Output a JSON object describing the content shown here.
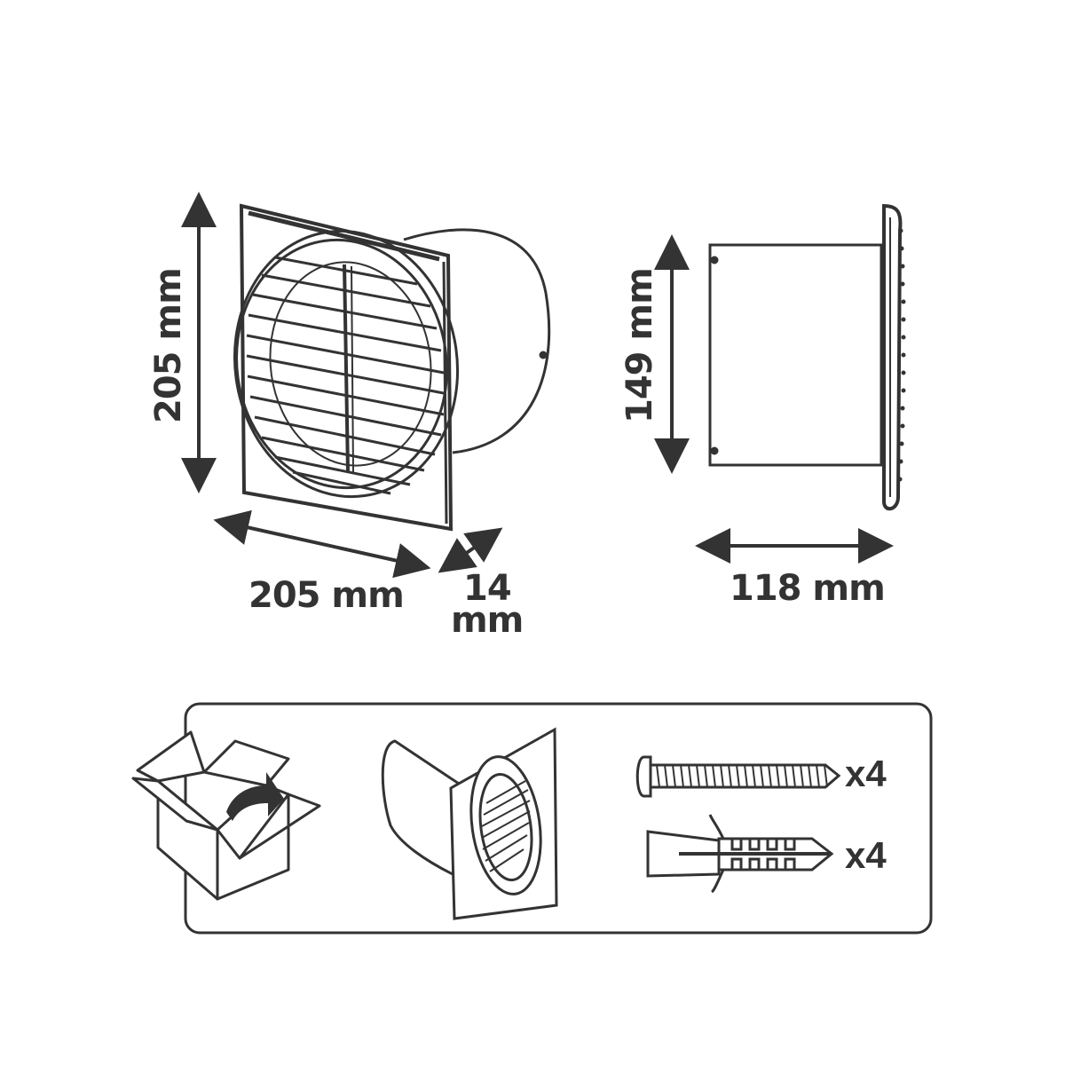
{
  "diagram": {
    "front_view": {
      "height_label": "205 mm",
      "width_label": "205 mm",
      "depth_label_line1": "14",
      "depth_label_line2": "mm"
    },
    "side_view": {
      "duct_diameter_label": "149 mm",
      "duct_length_label": "118 mm"
    },
    "package_contents": {
      "items": [
        {
          "name": "box",
          "icon": "open-box-icon"
        },
        {
          "name": "fan",
          "icon": "fan-icon"
        },
        {
          "name": "screw",
          "icon": "screw-icon",
          "quantity": "x4"
        },
        {
          "name": "wall-plug",
          "icon": "wall-plug-icon",
          "quantity": "x4"
        }
      ]
    },
    "colors": {
      "stroke": "#333333",
      "background": "#ffffff"
    }
  }
}
